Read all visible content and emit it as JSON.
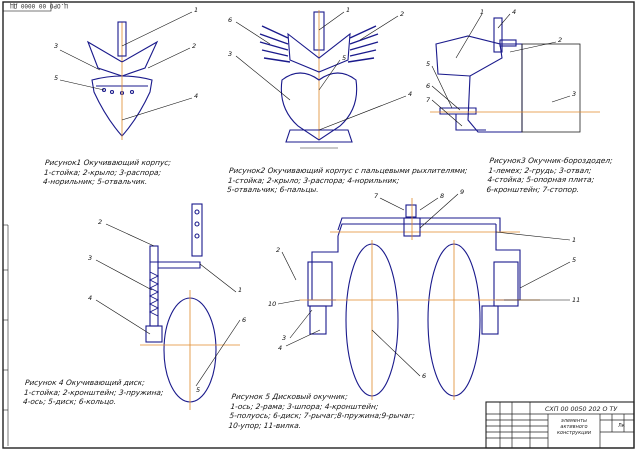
{
  "stamp_code": "Ц.ОРО 00 0000 ДЦ",
  "captions": {
    "fig1": [
      "Рисунок1 Окучивающий корпус;",
      "1-стойка; 2-крыло; 3-распора;",
      "4-норильник; 5-отвальчик."
    ],
    "fig2": [
      "Рисунок2 Окучивающий корпус с пальцевыми рыхлителями;",
      "1-стойка; 2-крыло; 3-распора; 4-норильник;",
      "5-отвальчик; 6-пальцы."
    ],
    "fig3": [
      "Рисунок3 Окучник-бороздодел;",
      "1-лемех; 2-грудь; 3-отвал;",
      "4-стойка; 5-опорная плита;",
      "6-кронштейн; 7-стопор."
    ],
    "fig4": [
      "Рисунок 4 Окучивающий диск;",
      "1-стойка; 2-кронштейн; 3-пружина;",
      "4-ось; 5-диск; 6-кольцо."
    ],
    "fig5": [
      "Рисунок 5 Дисковый окучник;",
      "1-ось; 2-рама; 3-шпора; 4-кронштейн;",
      "5-полуось; 6-диск; 7-рычаг;8-пружина;9-рычаг;",
      "10-упор; 11-вилка."
    ]
  },
  "numbers": {
    "fig1": [
      "1",
      "2",
      "3",
      "4",
      "5"
    ],
    "fig2": [
      "6",
      "1",
      "2",
      "3",
      "4",
      "5"
    ],
    "fig3": [
      "4",
      "1",
      "2",
      "3",
      "5",
      "6",
      "7"
    ],
    "fig4": [
      "2",
      "3",
      "4",
      "1",
      "6",
      "5"
    ],
    "fig5": [
      "7",
      "8",
      "9",
      "1",
      "5",
      "11",
      "10",
      "2",
      "3",
      "4",
      "6"
    ]
  },
  "title_block": {
    "code": "СХП 00 0050 202 О ТУ",
    "title": "элементы активного конструкции",
    "sheet": "Лк"
  },
  "colors": {
    "line": "#1a1a8c",
    "axis": "#e08a2a",
    "leader": "#111111",
    "frame": "#222222"
  }
}
